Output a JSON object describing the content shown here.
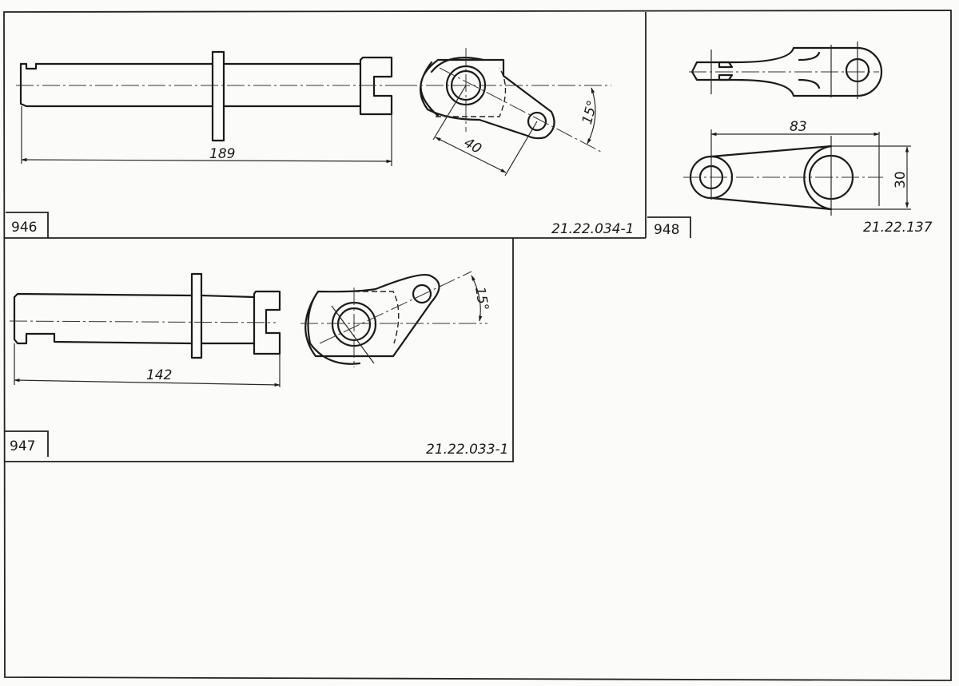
{
  "panels": [
    {
      "number": "946",
      "code": "21.22.034-1",
      "dimensions": {
        "length": "189",
        "arm": "40",
        "angle": "15°"
      }
    },
    {
      "number": "948",
      "code": "21.22.137",
      "dimensions": {
        "length": "83",
        "height": "30"
      }
    },
    {
      "number": "947",
      "code": "21.22.033-1",
      "dimensions": {
        "length": "142",
        "angle": "15°"
      }
    }
  ]
}
